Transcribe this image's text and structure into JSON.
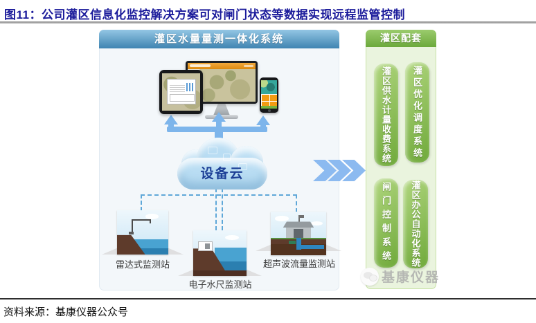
{
  "page": {
    "title": "图11：公司灌区信息化监控解决方案可对闸门状态等数据实现远程监管控制",
    "source": "资料来源：基康仪器公众号"
  },
  "diagram": {
    "left_panel": {
      "header": "灌区水量量测一体化系统",
      "devices": [
        "tablet-icon",
        "desktop-monitor-icon",
        "smartphone-icon"
      ],
      "cloud": {
        "label": "设备云"
      },
      "stations": [
        {
          "label": "雷达式监测站"
        },
        {
          "label": "电子水尺监测站"
        },
        {
          "label": "超声波流量监测站"
        }
      ]
    },
    "flow_icon": "chevron-right-triple",
    "right_panel": {
      "header": "灌区配套",
      "systems": [
        {
          "label": "灌区供水计量收费系统"
        },
        {
          "label": "灌区优化调度系统"
        },
        {
          "label": "闸门控制系统"
        },
        {
          "label": "灌区办公自动化系统"
        }
      ]
    }
  },
  "watermark": {
    "icon": "wechat-icon",
    "label": "基康仪器"
  },
  "colors": {
    "title_text": "#1b1b9b",
    "left_header_top": "#93c6e4",
    "left_header_bottom": "#3f84b1",
    "right_header_top": "#9bcb6d",
    "right_header_bottom": "#6ca93c",
    "arrow_blue": "#7db5eb",
    "chevron_blue": "#8cbaf0",
    "cloud_fill": "#b9ddf3",
    "cloud_text": "#1c3f96",
    "green_box_light": "#b0d67e",
    "green_box_dark": "#6fa93a"
  }
}
